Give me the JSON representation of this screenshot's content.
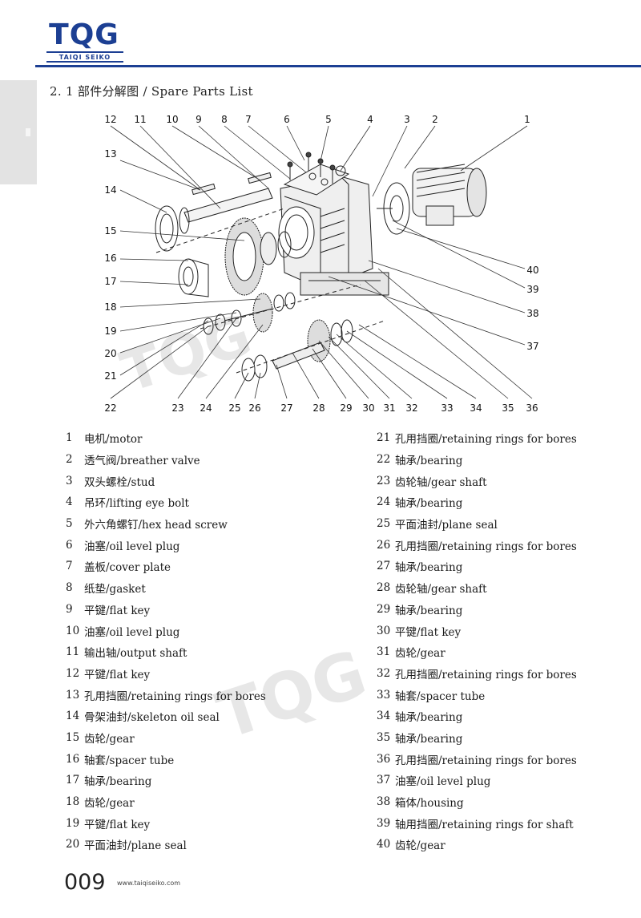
{
  "header": {
    "logo_text": "TQG",
    "logo_sub": "TAIQI SEIKO",
    "colors": {
      "brand": "#1c3f93",
      "side_tab": "#e3e3e3"
    }
  },
  "section_title": "2. 1 部件分解图 / Spare Parts List",
  "callouts_top": [
    "12",
    "11",
    "10",
    "9",
    "8",
    "7",
    "6",
    "5",
    "4",
    "3",
    "2",
    "1"
  ],
  "callouts_left": [
    "13",
    "14",
    "15",
    "16",
    "17",
    "18",
    "19",
    "20",
    "21"
  ],
  "callouts_right": [
    "40",
    "39",
    "38",
    "37"
  ],
  "callouts_bottom": [
    "22",
    "23",
    "24",
    "25",
    "26",
    "27",
    "28",
    "29",
    "30",
    "31",
    "32",
    "33",
    "34",
    "35",
    "36"
  ],
  "parts_left": [
    {
      "no": "1",
      "name": "电机/motor"
    },
    {
      "no": "2",
      "name": "透气阀/breather valve"
    },
    {
      "no": "3",
      "name": "双头螺栓/stud"
    },
    {
      "no": "4",
      "name": "吊环/lifting eye bolt"
    },
    {
      "no": "5",
      "name": "外六角螺钉/hex head screw"
    },
    {
      "no": "6",
      "name": "油塞/oil level plug"
    },
    {
      "no": "7",
      "name": "盖板/cover plate"
    },
    {
      "no": "8",
      "name": "纸垫/gasket"
    },
    {
      "no": "9",
      "name": "平键/flat key"
    },
    {
      "no": "10",
      "name": "油塞/oil level plug"
    },
    {
      "no": "11",
      "name": "输出轴/output shaft"
    },
    {
      "no": "12",
      "name": "平键/flat key"
    },
    {
      "no": "13",
      "name": "孔用挡圈/retaining rings for bores"
    },
    {
      "no": "14",
      "name": "骨架油封/skeleton oil seal"
    },
    {
      "no": "15",
      "name": "齿轮/gear"
    },
    {
      "no": "16",
      "name": "轴套/spacer tube"
    },
    {
      "no": "17",
      "name": "轴承/bearing"
    },
    {
      "no": "18",
      "name": "齿轮/gear"
    },
    {
      "no": "19",
      "name": "平键/flat key"
    },
    {
      "no": "20",
      "name": "平面油封/plane seal"
    }
  ],
  "parts_right": [
    {
      "no": "21",
      "name": "孔用挡圈/retaining rings for bores"
    },
    {
      "no": "22",
      "name": "轴承/bearing"
    },
    {
      "no": "23",
      "name": "齿轮轴/gear shaft"
    },
    {
      "no": "24",
      "name": "轴承/bearing"
    },
    {
      "no": "25",
      "name": "平面油封/plane seal"
    },
    {
      "no": "26",
      "name": "孔用挡圈/retaining rings for bores"
    },
    {
      "no": "27",
      "name": "轴承/bearing"
    },
    {
      "no": "28",
      "name": "齿轮轴/gear shaft"
    },
    {
      "no": "29",
      "name": "轴承/bearing"
    },
    {
      "no": "30",
      "name": "平键/flat key"
    },
    {
      "no": "31",
      "name": "齿轮/gear"
    },
    {
      "no": "32",
      "name": "孔用挡圈/retaining rings for bores"
    },
    {
      "no": "33",
      "name": "轴套/spacer tube"
    },
    {
      "no": "34",
      "name": "轴承/bearing"
    },
    {
      "no": "35",
      "name": "轴承/bearing"
    },
    {
      "no": "36",
      "name": "孔用挡圈/retaining rings for bores"
    },
    {
      "no": "37",
      "name": "油塞/oil level plug"
    },
    {
      "no": "38",
      "name": "箱体/housing"
    },
    {
      "no": "39",
      "name": "轴用挡圈/retaining rings for shaft"
    },
    {
      "no": "40",
      "name": "齿轮/gear"
    }
  ],
  "footer": {
    "page_no": "009",
    "website": "www.taiqiseiko.com"
  }
}
